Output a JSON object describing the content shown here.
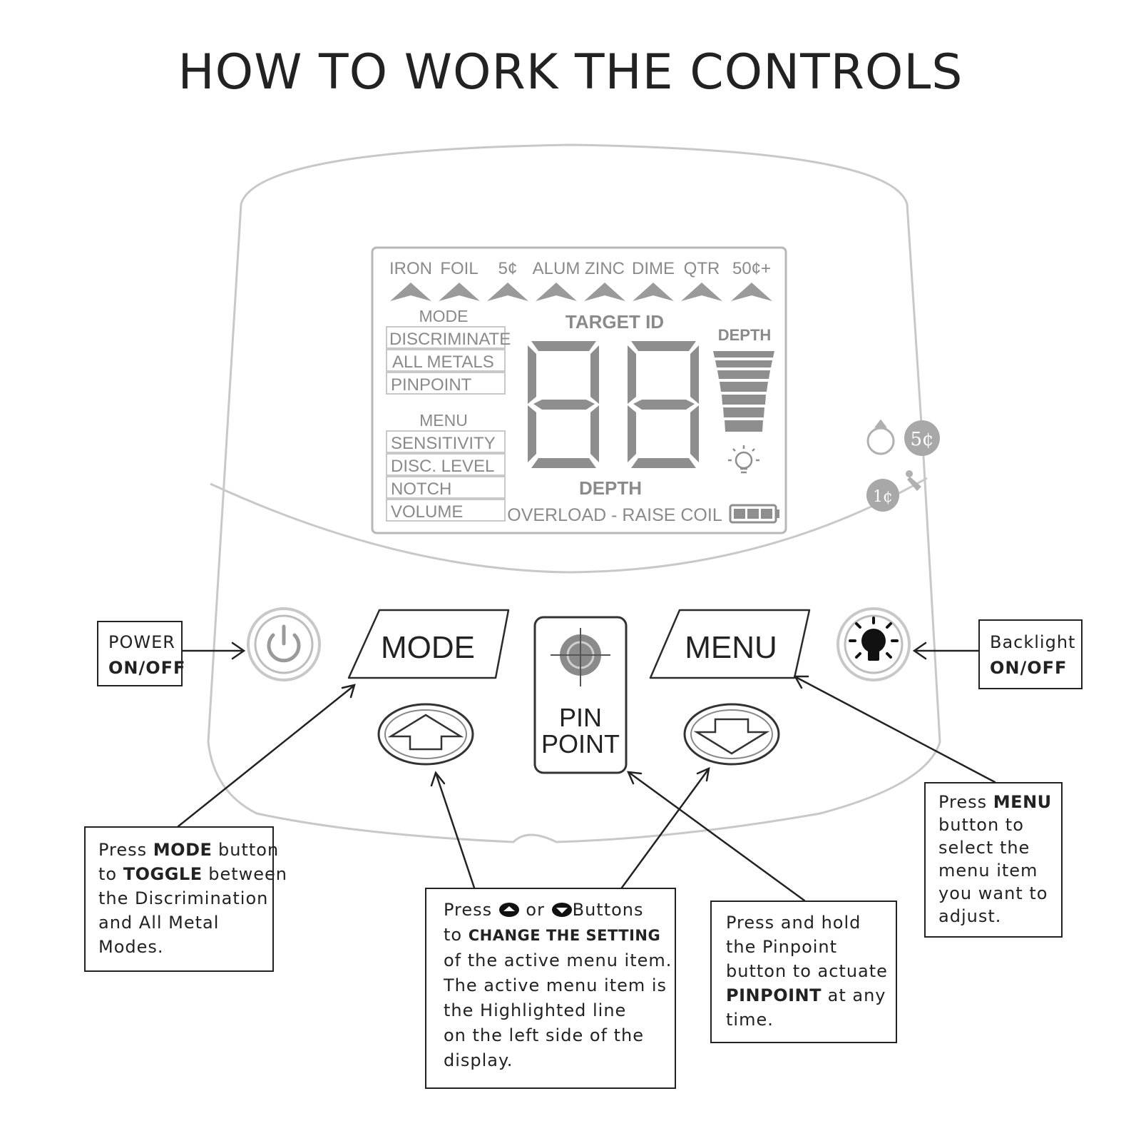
{
  "title": "HOW TO WORK THE CONTROLS",
  "lcd": {
    "targets": [
      "IRON",
      "FOIL",
      "5¢",
      "ALUM",
      "ZINC",
      "DIME",
      "QTR",
      "50¢+"
    ],
    "mode_label": "MODE",
    "modes": [
      "DISCRIMINATE",
      "ALL METALS",
      "PINPOINT"
    ],
    "menu_label": "MENU",
    "menu_items": [
      "SENSITIVITY",
      "DISC. LEVEL",
      "NOTCH",
      "VOLUME"
    ],
    "target_id_label": "TARGET ID",
    "digits": "88",
    "depth_label_right": "DEPTH",
    "depth_label_bottom": "DEPTH",
    "overload_label": "OVERLOAD - RAISE COIL",
    "coin_5": "5¢",
    "coin_1": "1¢"
  },
  "buttons": {
    "mode": "MODE",
    "menu": "MENU",
    "pinpoint_line1": "PIN",
    "pinpoint_line2": "POINT"
  },
  "callouts": {
    "power": {
      "line1": "POWER",
      "line2": "ON/OFF"
    },
    "backlight": {
      "line1": "Backlight",
      "line2": "ON/OFF"
    },
    "mode": {
      "l1a": "Press ",
      "l1b": "MODE",
      "l1c": " button",
      "l2a": "to ",
      "l2b": "TOGGLE",
      "l2c": " between",
      "l3": "the Discrimination",
      "l4": "and All Metal",
      "l5": "Modes."
    },
    "arrows": {
      "l1a": "Press ",
      "l1b": " or ",
      "l1c": "Buttons",
      "l2a": "to  ",
      "l2b": "CHANGE  THE SETTING",
      "l3": "of the active menu item.",
      "l4": "The active menu item is",
      "l5": "the Highlighted line",
      "l6": "on the left side of the",
      "l7": "display."
    },
    "pinpoint": {
      "l1": "Press and hold",
      "l2": "the Pinpoint",
      "l3": "button to actuate",
      "l4a": "",
      "l4b": "PINPOINT",
      "l4c": " at any",
      "l5": "time."
    },
    "menu": {
      "l1a": "Press ",
      "l1b": "MENU",
      "l2": "button to",
      "l3": "select the",
      "l4": "menu item",
      "l5": "you want to",
      "l6": "adjust."
    }
  },
  "colors": {
    "lcd_gray": "#8a8a8a",
    "line": "#222222",
    "outline": "#c8c8c8"
  }
}
